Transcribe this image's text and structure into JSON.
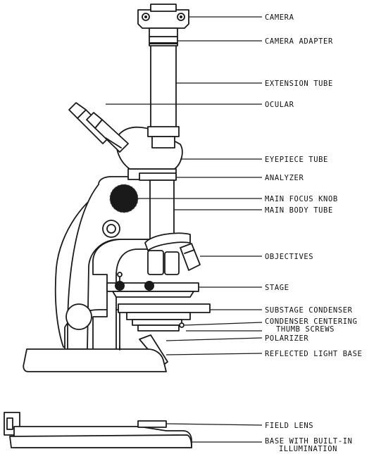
{
  "labels": {
    "camera": "CAMERA",
    "camera_adapter": "CAMERA ADAPTER",
    "extension_tube": "EXTENSION TUBE",
    "ocular": "OCULAR",
    "eyepiece_tube": "EYEPIECE TUBE",
    "analyzer": "ANALYZER",
    "main_focus_knob": "MAIN FOCUS KNOB",
    "main_body_tube": "MAIN BODY TUBE",
    "objectives": "OBJECTIVES",
    "stage": "STAGE",
    "substage_condenser": "SUBSTAGE CONDENSER",
    "condenser_centering_1": "CONDENSER CENTERING",
    "condenser_centering_2": "THUMB SCREWS",
    "polarizer": "POLARIZER",
    "reflected_light_base": "REFLECTED LIGHT BASE",
    "field_lens": "FIELD LENS",
    "base_illumination_1": "BASE WITH BUILT-IN",
    "base_illumination_2": "ILLUMINATION"
  },
  "colors": {
    "ink": "#1a1a1a",
    "paper": "#ffffff"
  }
}
